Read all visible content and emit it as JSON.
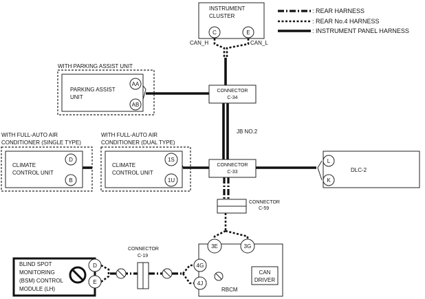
{
  "legend": {
    "rear": ": REAR HARNESS",
    "no4": ": REAR No.4 HARNESS",
    "ip": ": INSTRUMENT PANEL HARNESS"
  },
  "instrument_cluster": {
    "line1": "INSTRUMENT",
    "line2": "CLUSTER",
    "pin_c": "C",
    "pin_e": "E",
    "can_h": "CAN_H",
    "can_l": "CAN_L"
  },
  "parking_assist": {
    "group_label": "WITH PARKING ASSIST UNIT",
    "line1": "PARKING ASSIST",
    "line2": "UNIT",
    "pin_aa": "AA",
    "pin_ab": "AB"
  },
  "connector_c34": {
    "line1": "CONNECTOR",
    "line2": "C-34"
  },
  "jb": "JB NO.2",
  "connector_c33": {
    "line1": "CONNECTOR",
    "line2": "C-33"
  },
  "dlc": {
    "label": "DLC-2",
    "pin_l": "L",
    "pin_k": "K"
  },
  "climate_single": {
    "group_line1": "WITH FULL-AUTO AIR",
    "group_line2": "CONDITIONER (SINGLE TYPE)",
    "line1": "CLIMATE",
    "line2": "CONTROL UNIT",
    "pin_d": "D",
    "pin_b": "B"
  },
  "climate_dual": {
    "group_line1": "WITH FULL-AUTO AIR",
    "group_line2": "CONDITIONER (DUAL TYPE)",
    "line1": "CLIMATE",
    "line2": "CONTROL UNIT",
    "pin_1s": "1S",
    "pin_1u": "1U"
  },
  "connector_c59": {
    "line1": "CONNECTOR",
    "line2": "C-59"
  },
  "rbcm": {
    "label": "RBCM",
    "pin_3e": "3E",
    "pin_3g": "3G",
    "pin_4g": "4G",
    "pin_4j": "4J",
    "can_driver_line1": "CAN",
    "can_driver_line2": "DRIVER"
  },
  "connector_c19": {
    "line1": "CONNECTOR",
    "line2": "C-19"
  },
  "bsm": {
    "line1": "BLIND SPOT",
    "line2": "MONITORING",
    "line3": "(BSM) CONTROL",
    "line4": "MODULE (LH)",
    "pin_d": "D",
    "pin_e": "E"
  },
  "icons": {
    "prohibited": "prohibited-icon",
    "twist": "twisted-pair-icon"
  }
}
